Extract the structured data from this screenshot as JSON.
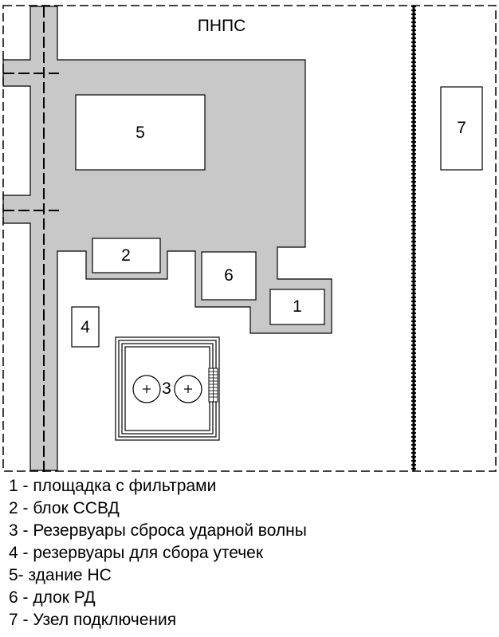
{
  "diagram": {
    "title": "ПНПС",
    "labels": {
      "filter_site": "1",
      "ssvd_block": "2",
      "surge_tanks": "3",
      "leak_tanks": "4",
      "ns_building": "5",
      "rd_block": "6",
      "connection_node": "7"
    },
    "colors": {
      "paved_area": "#c8c8c8",
      "outline": "#000000",
      "background": "#ffffff"
    }
  },
  "legend": {
    "items": [
      "1 - площадка с фильтрами",
      "2 - блок ССВД",
      "3 - Резервуары сброса ударной волны",
      "4 - резервуары для сбора утечек",
      "5- здание НС",
      "6 - длок РД",
      "7 - Узел подключения"
    ]
  }
}
